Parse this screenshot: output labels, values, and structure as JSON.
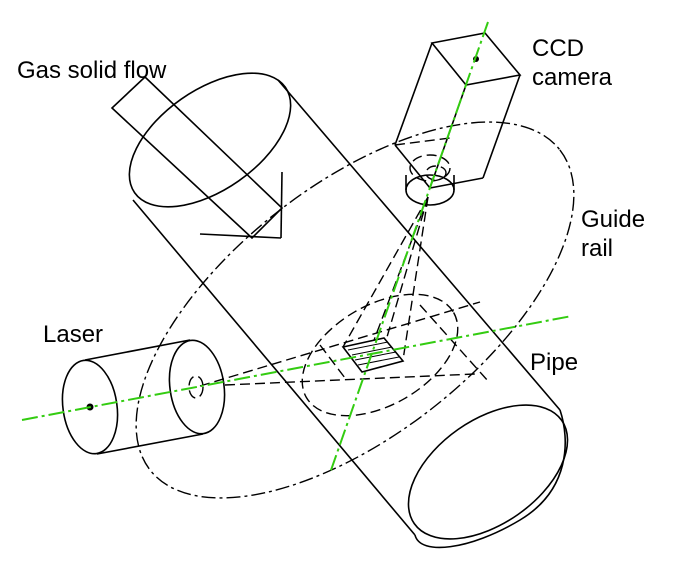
{
  "diagram": {
    "title": "Laser sheet PIV setup on pipe with gas solid flow",
    "labels": {
      "gas_solid_flow": "Gas solid flow",
      "ccd_line1": "CCD",
      "ccd_line2": "camera",
      "guide_line1": "Guide",
      "guide_line2": "rail",
      "laser": "Laser",
      "pipe": "Pipe"
    },
    "components": [
      {
        "id": "pipe",
        "label": "Pipe",
        "shape": "cylinder"
      },
      {
        "id": "flow-arrow",
        "label": "Gas solid flow",
        "shape": "arrow"
      },
      {
        "id": "ccd-camera",
        "label": "CCD camera",
        "shape": "box with lens"
      },
      {
        "id": "guide-rail",
        "label": "Guide rail",
        "shape": "dash-dot ellipse"
      },
      {
        "id": "laser",
        "label": "Laser",
        "shape": "cylinder"
      },
      {
        "id": "measurement-region",
        "label": "",
        "shape": "hatched quadrilateral"
      }
    ],
    "colors": {
      "line": "#000000",
      "axis_green": "#33cc11",
      "background": "#ffffff"
    }
  }
}
